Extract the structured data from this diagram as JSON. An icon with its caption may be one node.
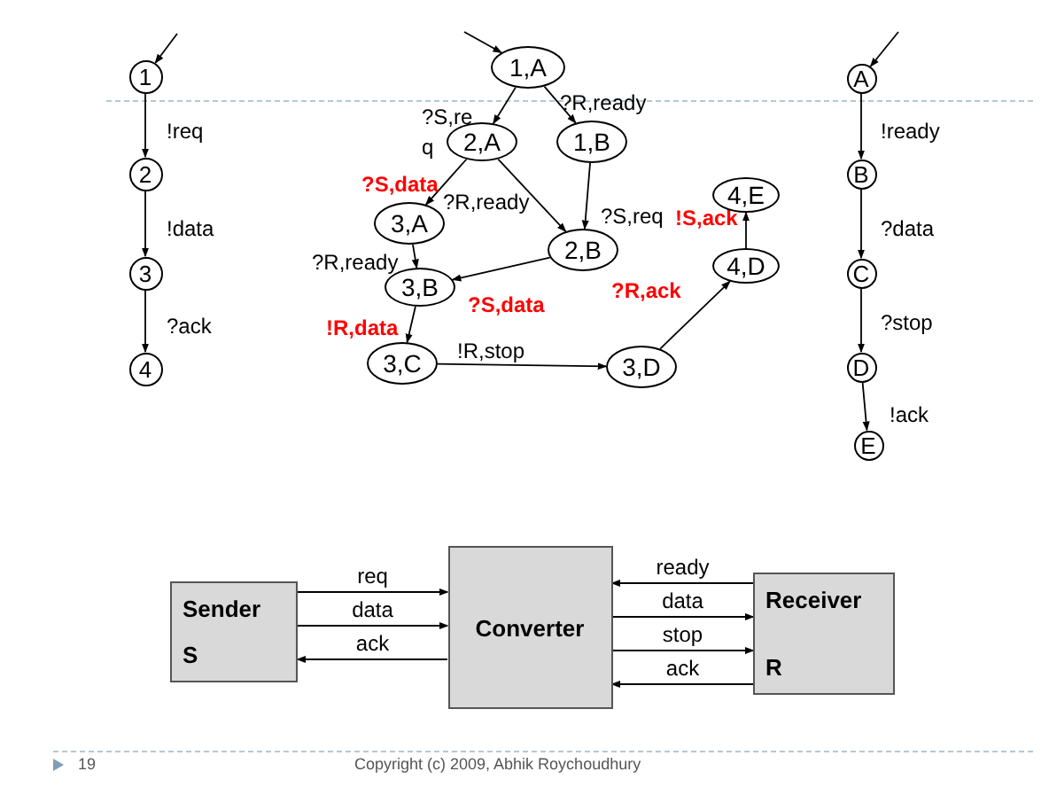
{
  "diagram": {
    "nodes": [
      {
        "text": [
          "1"
        ]
      },
      {
        "text": [
          "2"
        ]
      },
      {
        "text": [
          "3"
        ]
      },
      {
        "text": [
          "4"
        ]
      },
      {
        "text": [
          "1,A"
        ]
      },
      {
        "text": [
          "2,A"
        ]
      },
      {
        "text": [
          "1,B"
        ]
      },
      {
        "text": [
          "3,A"
        ]
      },
      {
        "text": [
          "2,B"
        ]
      },
      {
        "text": [
          "3,B"
        ]
      },
      {
        "text": [
          "3,C"
        ]
      },
      {
        "text": [
          "3,D"
        ]
      },
      {
        "text": [
          "4,D"
        ]
      },
      {
        "text": [
          "4,E"
        ]
      },
      {
        "text": [
          "A"
        ]
      },
      {
        "text": [
          "B"
        ]
      },
      {
        "text": [
          "C"
        ]
      },
      {
        "text": [
          "D"
        ]
      },
      {
        "text": [
          "E"
        ]
      },
      {
        "text": [
          "Sender",
          "S"
        ]
      },
      {
        "text": [
          "Converter"
        ]
      },
      {
        "text": [
          "Receiver",
          "R"
        ]
      }
    ],
    "edges": [
      {
        "from": null,
        "to": 0,
        "arrow": "to"
      },
      {
        "from": 0,
        "to": 1,
        "arrow": "to",
        "label": "!req"
      },
      {
        "from": 1,
        "to": 2,
        "arrow": "to",
        "label": "!data"
      },
      {
        "from": 2,
        "to": 3,
        "arrow": "to",
        "label": "?ack"
      },
      {
        "from": null,
        "to": 4,
        "arrow": "to"
      },
      {
        "from": 4,
        "to": 5,
        "arrow": "to",
        "label": "?S,req"
      },
      {
        "from": 4,
        "to": 6,
        "arrow": "to",
        "label": "?R,ready"
      },
      {
        "from": 5,
        "to": 7,
        "arrow": "to",
        "label": "**?S,data**"
      },
      {
        "from": 5,
        "to": 8,
        "arrow": "to",
        "label": "?R,ready"
      },
      {
        "from": 6,
        "to": 8,
        "arrow": "to",
        "label": "?S,req"
      },
      {
        "from": 7,
        "to": 9,
        "arrow": "to",
        "label": "?R,ready"
      },
      {
        "from": 8,
        "to": 9,
        "arrow": "to",
        "label": "**?S,data**"
      },
      {
        "from": 9,
        "to": 10,
        "arrow": "to",
        "label": "**!R,data**"
      },
      {
        "from": 10,
        "to": 11,
        "arrow": "to",
        "label": "!R,stop"
      },
      {
        "from": 11,
        "to": 12,
        "arrow": "to",
        "label": "**?R,ack**"
      },
      {
        "from": 12,
        "to": 13,
        "arrow": "to",
        "label": "**!S,ack**"
      },
      {
        "from": null,
        "to": 14,
        "arrow": "to"
      },
      {
        "from": 14,
        "to": 15,
        "arrow": "to",
        "label": "!ready"
      },
      {
        "from": 15,
        "to": 16,
        "arrow": "to",
        "label": "?data"
      },
      {
        "from": 16,
        "to": 17,
        "arrow": "to",
        "label": "?stop"
      },
      {
        "from": 17,
        "to": 18,
        "arrow": "to",
        "label": "!ack"
      },
      {
        "from": 19,
        "to": 20,
        "arrow": "to",
        "label": "req"
      },
      {
        "from": 19,
        "to": 20,
        "arrow": "to",
        "label": "data"
      },
      {
        "from": 20,
        "to": 19,
        "arrow": "to",
        "label": "ack"
      },
      {
        "from": 21,
        "to": 20,
        "arrow": "to",
        "label": "ready"
      },
      {
        "from": 20,
        "to": 21,
        "arrow": "to",
        "label": "data"
      },
      {
        "from": 20,
        "to": 21,
        "arrow": "to",
        "label": "stop"
      },
      {
        "from": 21,
        "to": 20,
        "arrow": "to",
        "label": "ack"
      }
    ],
    "labels": [
      "19",
      "Copyright (c) 2009, Abhik Roychoudhury"
    ]
  }
}
